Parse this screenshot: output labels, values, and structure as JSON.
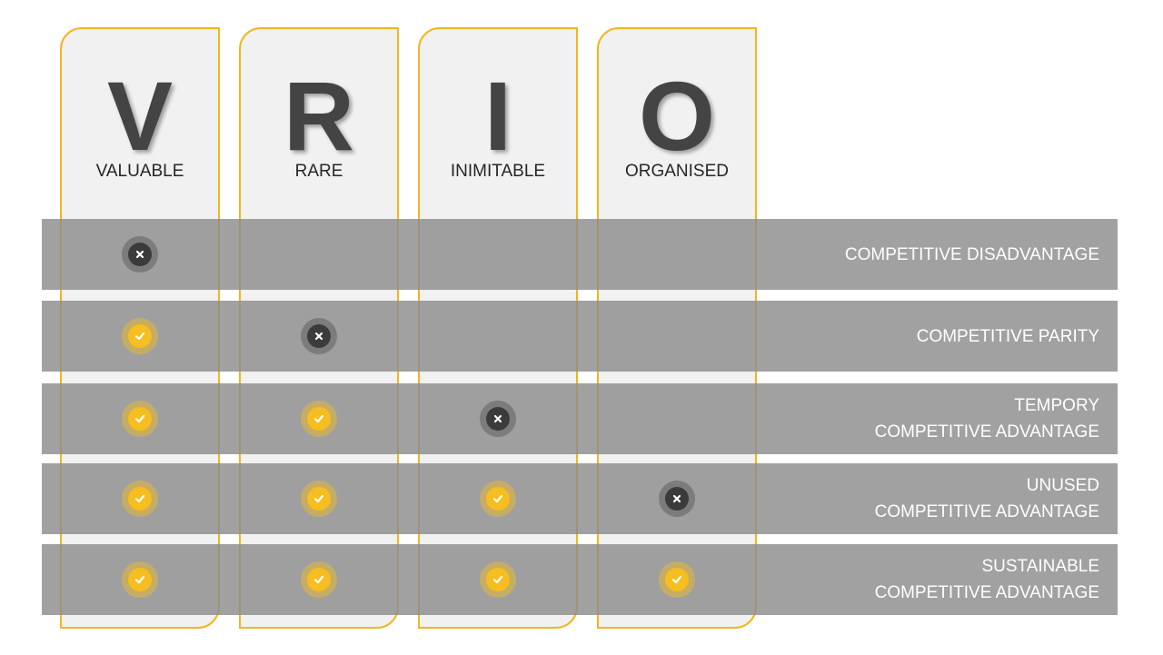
{
  "columns": [
    {
      "letter": "V",
      "word": "VALUABLE"
    },
    {
      "letter": "R",
      "word": "RARE"
    },
    {
      "letter": "I",
      "word": "INIMITABLE"
    },
    {
      "letter": "O",
      "word": "ORGANISED"
    }
  ],
  "rows": [
    {
      "label_line1": "",
      "label_line2": "COMPETITIVE DISADVANTAGE",
      "marks": [
        "cross"
      ]
    },
    {
      "label_line1": "",
      "label_line2": "COMPETITIVE PARITY",
      "marks": [
        "check",
        "cross"
      ]
    },
    {
      "label_line1": "TEMPORY",
      "label_line2": "COMPETITIVE ADVANTAGE",
      "marks": [
        "check",
        "check",
        "cross"
      ]
    },
    {
      "label_line1": "UNUSED",
      "label_line2": "COMPETITIVE ADVANTAGE",
      "marks": [
        "check",
        "check",
        "check",
        "cross"
      ]
    },
    {
      "label_line1": "SUSTAINABLE",
      "label_line2": "COMPETITIVE ADVANTAGE",
      "marks": [
        "check",
        "check",
        "check",
        "check"
      ]
    }
  ],
  "colors": {
    "accent": "#f4b51c",
    "check_fill": "#f6be1e",
    "cross_fill": "#3b3b3b",
    "row_band": "#8c8c8c",
    "column_bg": "#f1f1f1",
    "letter": "#444444"
  },
  "icons": {
    "check": "check-circle-icon",
    "cross": "x-circle-icon"
  }
}
